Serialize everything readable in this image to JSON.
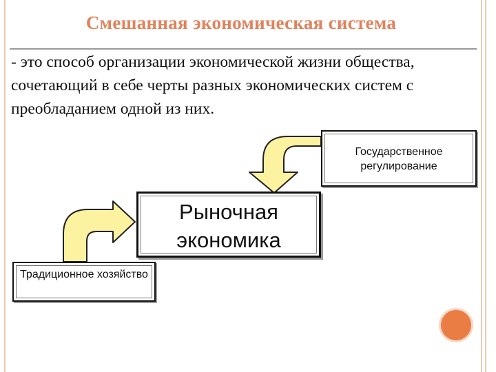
{
  "slide": {
    "title": "Смешанная экономическая система",
    "definition": "- это способ организации экономической жизни общества, сочетающий в себе черты разных экономических систем с преобладанием одной из них."
  },
  "diagram": {
    "gov_box": {
      "label": "Государственное регулирование"
    },
    "market_box": {
      "label": "Рыночная экономика"
    },
    "trad_box": {
      "label": "Традиционное хозяйство"
    }
  },
  "colors": {
    "title": "#e0825c",
    "arrow_fill": "#fdf2a0",
    "arrow_stroke": "#222222",
    "accent_dot": "#ea7d43",
    "frame": "#efc7b2"
  }
}
